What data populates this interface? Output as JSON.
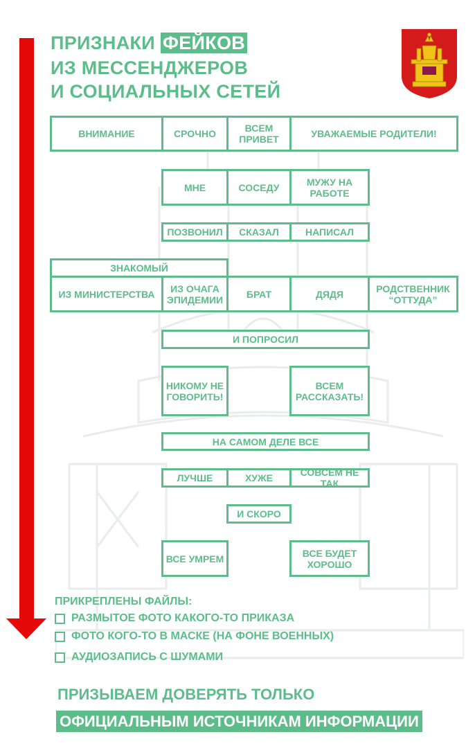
{
  "title": {
    "line1_prefix": "ПРИЗНАКИ",
    "line1_highlight": "ФЕЙКОВ",
    "line2": "ИЗ МЕССЕНДЖЕРОВ",
    "line3": "И СОЦИАЛЬНЫХ СЕТЕЙ"
  },
  "colors": {
    "accent": "#5cbd8a",
    "arrow": "#e50909",
    "emblem_red": "#d41a1a",
    "emblem_gold": "#f0c419"
  },
  "icons": {
    "emblem": "coat-of-arms-icon",
    "watermark": "throne-watermark-icon",
    "arrow": "down-arrow-icon",
    "checkbox": "checkbox-icon"
  },
  "blocks": {
    "greeting": {
      "b0": "ВНИМАНИЕ",
      "b1": "СРОЧНО",
      "b2": "ВСЕМ ПРИВЕТ",
      "b3": "УВАЖАЕМЫЕ РОДИТЕЛИ!"
    },
    "recipient": {
      "b0": "МНЕ",
      "b1": "СОСЕДУ",
      "b2": "МУЖУ НА РАБОТЕ"
    },
    "action": {
      "b0": "ПОЗВОНИЛ",
      "b1": "СКАЗАЛ",
      "b2": "НАПИСАЛ"
    },
    "source_header": "ЗНАКОМЫЙ",
    "source": {
      "b0": "ИЗ МИНИСТЕРСТВА",
      "b1": "ИЗ ОЧАГА ЭПИДЕМИИ",
      "b2": "БРАТ",
      "b3": "ДЯДЯ",
      "b4": "РОДСТВЕННИК “ОТТУДА”"
    },
    "asked": "И ПОПРОСИЛ",
    "request": {
      "b0": "НИКОМУ НЕ ГОВОРИТЬ!",
      "b1": "ВСЕМ РАССКАЗАТЬ!"
    },
    "actually": "НА САМОМ ДЕЛЕ ВСЕ",
    "state": {
      "b0": "ЛУЧШЕ",
      "b1": "ХУЖЕ",
      "b2": "СОВСЕМ НЕ ТАК"
    },
    "soon": "И СКОРО",
    "outcome": {
      "b0": "ВСЕ УМРЕМ",
      "b1": "ВСЕ БУДЕТ ХОРОШО"
    }
  },
  "files": {
    "title": "ПРИКРЕПЛЕНЫ ФАЙЛЫ:",
    "item0": "РАЗМЫТОЕ ФОТО КАКОГО-ТО ПРИКАЗА",
    "item1": "ФОТО КОГО-ТО В МАСКЕ (НА ФОНЕ ВОЕННЫХ)",
    "item2": "АУДИОЗАПИСЬ С ШУМАМИ"
  },
  "cta": {
    "line1": "ПРИЗЫВАЕМ ДОВЕРЯТЬ ТОЛЬКО",
    "line2": "ОФИЦИАЛЬНЫМ ИСТОЧНИКАМ ИНФОРМАЦИИ"
  }
}
